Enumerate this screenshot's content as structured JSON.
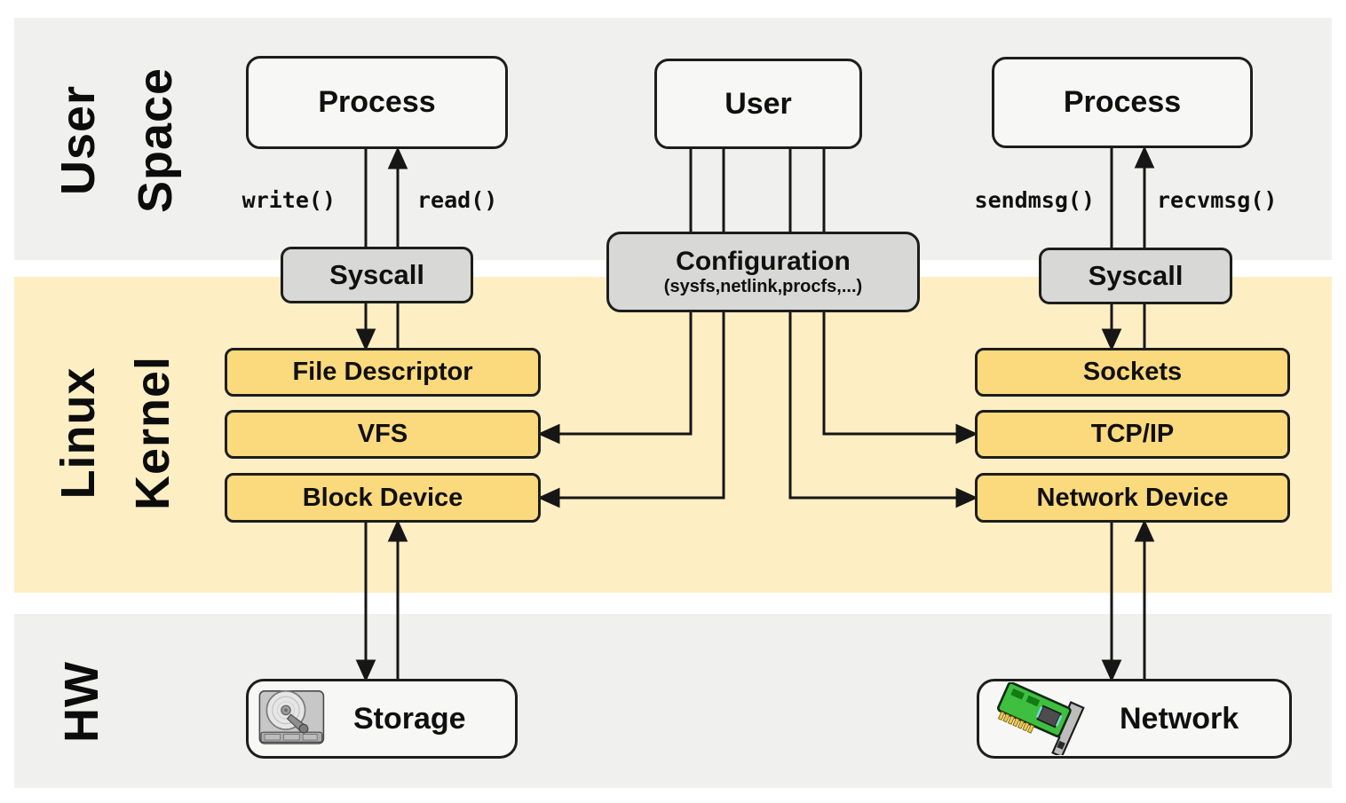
{
  "colors": {
    "band_gray": "#f0f0ee",
    "band_yellow": "#fdefc3",
    "node_yellow": "#fbd97d",
    "node_gray": "#d8d8d7",
    "node_white": "#f7f7f6",
    "line": "#161616"
  },
  "bands": {
    "user_space": {
      "word1": "User",
      "word2": "Space"
    },
    "kernel": {
      "word1": "Linux",
      "word2": "Kernel"
    },
    "hw": {
      "word1": "HW"
    }
  },
  "nodes": {
    "process_left": "Process",
    "user": "User",
    "process_right": "Process",
    "syscall_left": "Syscall",
    "syscall_right": "Syscall",
    "configuration": {
      "title": "Configuration",
      "subtitle": "(sysfs,netlink,procfs,...)"
    },
    "file_descriptor": "File Descriptor",
    "vfs": "VFS",
    "block_device": "Block Device",
    "sockets": "Sockets",
    "tcp_ip": "TCP/IP",
    "network_device": "Network Device",
    "storage": "Storage",
    "network": "Network"
  },
  "calls": {
    "write": "write()",
    "read": "read()",
    "sendmsg": "sendmsg()",
    "recvmsg": "recvmsg()"
  },
  "icons": {
    "storage": "hard-disk-drive-icon",
    "network": "network-interface-card-icon"
  }
}
